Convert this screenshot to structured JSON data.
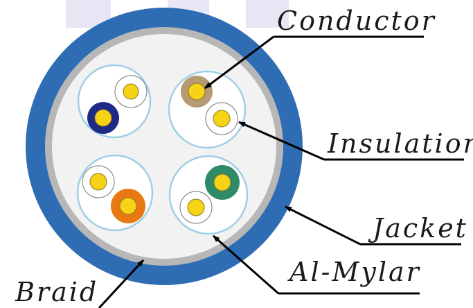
{
  "labels": {
    "conductor": "Conductor",
    "insulation": "Insulation",
    "jacket": "Jacket",
    "al_mylar": "Al-Mylar",
    "braid": "Braid"
  },
  "colors": {
    "jacket": "#2e6db4",
    "braid": "#b7b7b7",
    "mylar": "#f2f2f2",
    "pair_ring": "#9fcfe6",
    "conductor": "#f6d316",
    "blue": "#1e2a86",
    "brown": "#b59a74",
    "orange": "#e87912",
    "green": "#2f8a66",
    "watermark": "#e8e6f4"
  }
}
